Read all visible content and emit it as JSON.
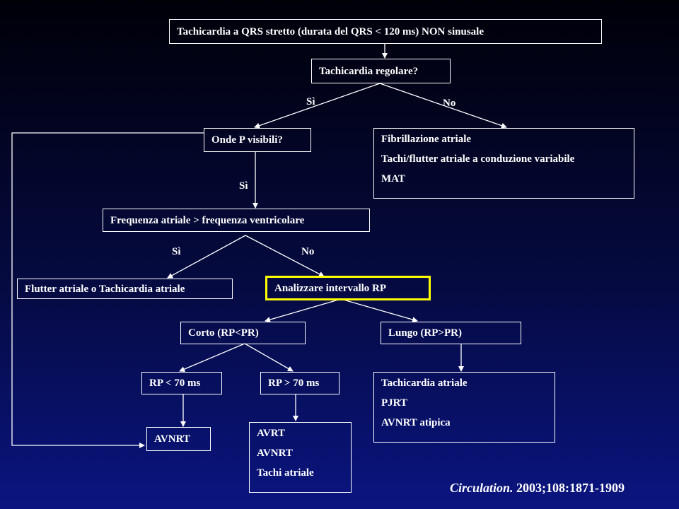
{
  "nodes": {
    "start": "Tachicardia a QRS stretto  (durata del QRS < 120 ms) NON sinusale",
    "regolare": "Tachicardia regolare?",
    "onde_p": "Onde P visibili?",
    "irregolari": [
      "Fibrillazione atriale",
      "Tachi/flutter atriale a conduzione variabile",
      "MAT"
    ],
    "frequenza": "Frequenza atriale > frequenza ventricolare",
    "flutter": "Flutter atriale o Tachicardia atriale",
    "analizzare": "Analizzare intervallo RP",
    "corto": "Corto (RP<PR)",
    "lungo": "Lungo (RP>PR)",
    "rp_lt70": "RP < 70 ms",
    "rp_gt70": "RP > 70 ms",
    "lungo_dx": [
      "Tachicardia atriale",
      "PJRT",
      "AVNRT atipica"
    ],
    "avnrt": "AVNRT",
    "gt70_dx": [
      "AVRT",
      "AVNRT",
      "Tachi atriale"
    ]
  },
  "edge_labels": {
    "regolare_si": "Sì",
    "regolare_no": "No",
    "onde_p_si": "Sì",
    "freq_si": "Sì",
    "freq_no": "No"
  },
  "citation": {
    "journal": "Circulation.",
    "ref": " 2003;108:1871-1909"
  },
  "colors": {
    "highlight": "#ffff00",
    "line": "#ffffff"
  }
}
